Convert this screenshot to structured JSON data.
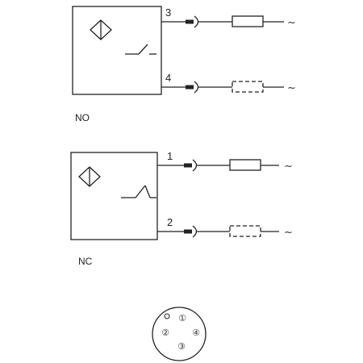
{
  "circuits": [
    {
      "mode": "NO",
      "pins": [
        {
          "number": "3",
          "load_style": "solid",
          "supply": "~"
        },
        {
          "number": "4",
          "load_style": "dashed",
          "supply": "~"
        }
      ]
    },
    {
      "mode": "NC",
      "pins": [
        {
          "number": "1",
          "load_style": "solid",
          "supply": "~"
        },
        {
          "number": "2",
          "load_style": "dashed",
          "supply": "~"
        }
      ]
    }
  ],
  "connector": {
    "pins": [
      "①",
      "②",
      "④",
      "③"
    ]
  }
}
